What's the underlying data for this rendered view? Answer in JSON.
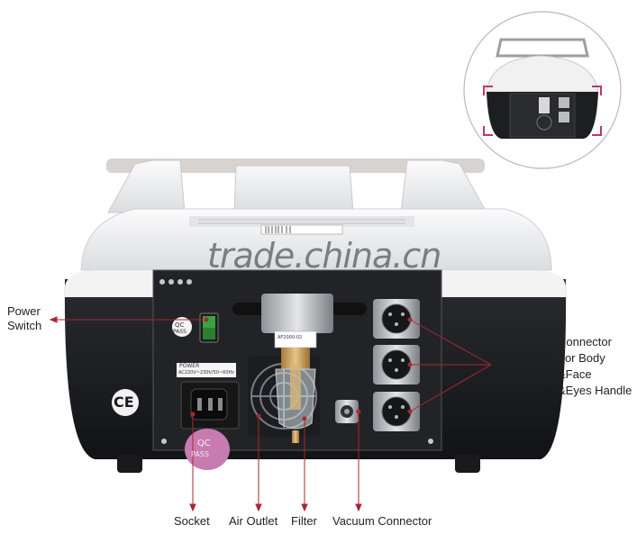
{
  "watermark": "trade.china.cn",
  "colors": {
    "accent_line": "#a8282f",
    "device_body": "#f1f1f2",
    "back_panel": "#1b1c1f",
    "qc_sticker": "#c77bb0"
  },
  "labels": {
    "power_switch_line1": "Power",
    "power_switch_line2": "Switch",
    "connector_line1": "Connector",
    "connector_line2": "For Body",
    "connector_line3": "&Face",
    "connector_line4": "&Eyes Handle",
    "socket": "Socket",
    "air_outlet": "Air Outlet",
    "filter": "Filter",
    "vacuum_connector": "Vacuum  Connector"
  },
  "device": {
    "qc_badge_line1": "QC",
    "qc_badge_line2": "PASS",
    "power_label_line1": "POWER",
    "power_label_line2": "AC220V~230V/50~60Hz",
    "filter_tag": "AF2000-02",
    "sticker_line1": "QC",
    "sticker_line2": "PASS",
    "ce_mark": "CE"
  },
  "icons": [
    "power-switch-icon",
    "ce-mark-icon",
    "fan-grille-icon",
    "xlr-connector-icon"
  ]
}
